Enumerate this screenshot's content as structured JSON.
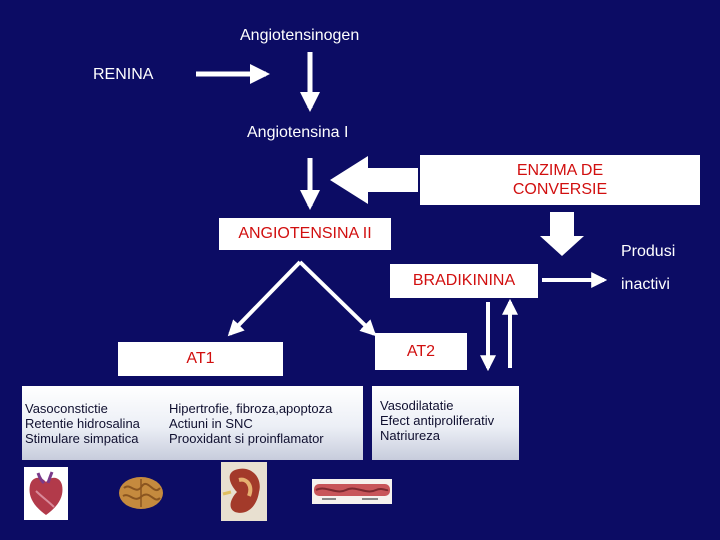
{
  "pathway": {
    "angiotensinogen": "Angiotensinogen",
    "renina": "RENINA",
    "angiotensina_i": "Angiotensina I",
    "enzima_de_conversie": [
      "ENZIMA DE",
      "CONVERSIE"
    ],
    "angiotensina_ii": "ANGIOTENSINA II",
    "bradikinina": "BRADIKININA",
    "produsi": "Produsi",
    "inactivi": "inactivi",
    "at1": "AT1",
    "at2": "AT2"
  },
  "at1_effects": {
    "left": [
      "Vasoconstictie",
      "Retentie hidrosalina",
      "Stimulare simpatica"
    ],
    "right": [
      "Hipertrofie, fibroza,apoptoza",
      "Actiuni in SNC",
      "Prooxidant si proinflamator"
    ]
  },
  "at2_effects": [
    "Vasodilatatie",
    "Efect antiproliferativ",
    "Natriureza"
  ],
  "organ_images": [
    "heart-icon",
    "brain-icon",
    "kidney-icon",
    "blood-vessel-icon"
  ],
  "colors": {
    "background": "#0c0c64",
    "label_red": "#d10f0f"
  }
}
